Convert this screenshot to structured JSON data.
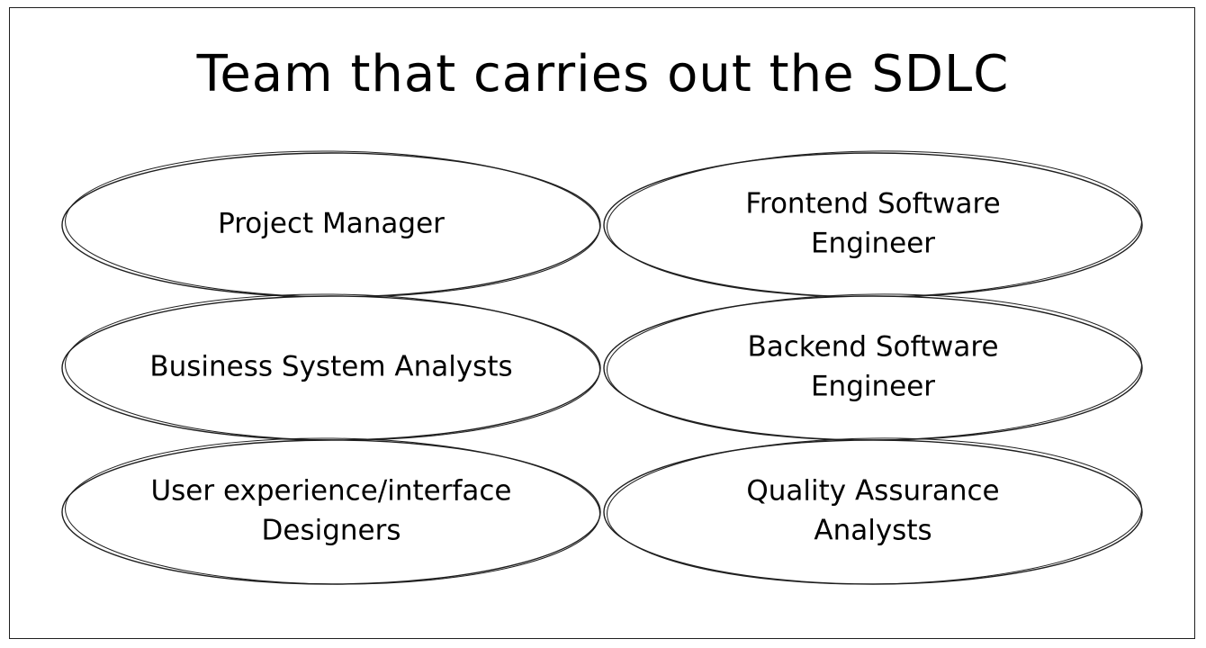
{
  "title": "Team that carries out the SDLC",
  "colors": {
    "stroke": "#1e1e1e",
    "background": "#ffffff",
    "text": "#000000"
  },
  "roles": [
    {
      "lines": [
        "Project Manager"
      ]
    },
    {
      "lines": [
        "Frontend Software",
        "Engineer"
      ]
    },
    {
      "lines": [
        "Business System Analysts"
      ]
    },
    {
      "lines": [
        "Backend Software",
        "Engineer"
      ]
    },
    {
      "lines": [
        "User experience/interface",
        "Designers"
      ]
    },
    {
      "lines": [
        "Quality Assurance",
        "Analysts"
      ]
    }
  ]
}
